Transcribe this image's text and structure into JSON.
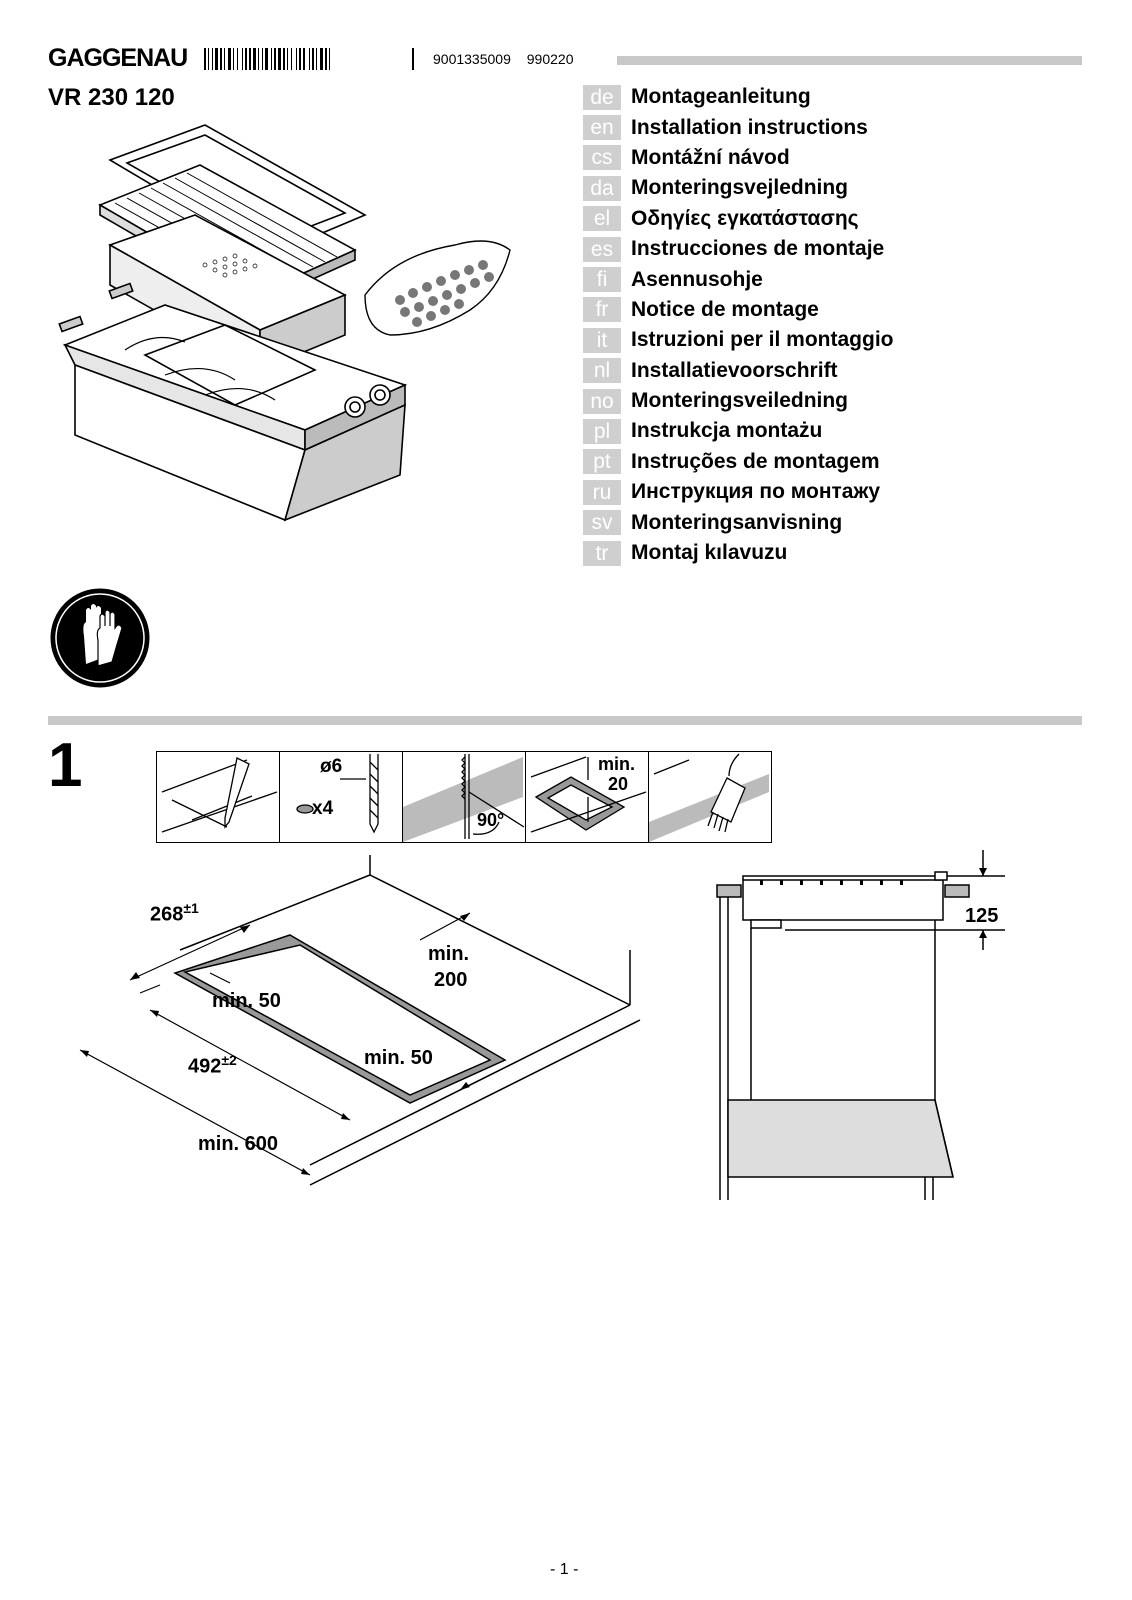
{
  "header": {
    "brand": "GAGGENAU",
    "code1": "9001335009",
    "code2": "990220",
    "model": "VR 230 120"
  },
  "languages": [
    {
      "code": "de",
      "title": "Montageanleitung"
    },
    {
      "code": "en",
      "title": "Installation instructions"
    },
    {
      "code": "cs",
      "title": "Montážní návod"
    },
    {
      "code": "da",
      "title": "Monteringsvejledning"
    },
    {
      "code": "el",
      "title": "Οδηγίες εγκατάστασης"
    },
    {
      "code": "es",
      "title": "Instrucciones de montaje"
    },
    {
      "code": "fi",
      "title": "Asennusohje"
    },
    {
      "code": "fr",
      "title": "Notice de montage"
    },
    {
      "code": "it",
      "title": "Istruzioni per il montaggio"
    },
    {
      "code": "nl",
      "title": "Installatievoorschrift"
    },
    {
      "code": "no",
      "title": "Monteringsveiledning"
    },
    {
      "code": "pl",
      "title": "Instrukcja montażu"
    },
    {
      "code": "pt",
      "title": "Instruções de montagem"
    },
    {
      "code": "ru",
      "title": "Инструкция по монтажу"
    },
    {
      "code": "sv",
      "title": "Monteringsanvisning"
    },
    {
      "code": "tr",
      "title": "Montaj kılavuzu"
    }
  ],
  "icons": {
    "gloves": "gloves-icon"
  },
  "step": {
    "number": "1",
    "tools": {
      "drill_diameter": "ø6",
      "quantity": "x4",
      "angle": "90°",
      "min_label": "min.",
      "min_value": "20"
    },
    "cutout_dims": {
      "depth": "268",
      "depth_tol": "±1",
      "width": "492",
      "width_tol": "±2",
      "min_front": "min. 50",
      "min_side": "min. 50",
      "min_back_1": "min.",
      "min_back_2": "200",
      "min_width": "min. 600"
    },
    "side_dims": {
      "height": "125"
    }
  },
  "footer": {
    "page": "- 1 -"
  }
}
